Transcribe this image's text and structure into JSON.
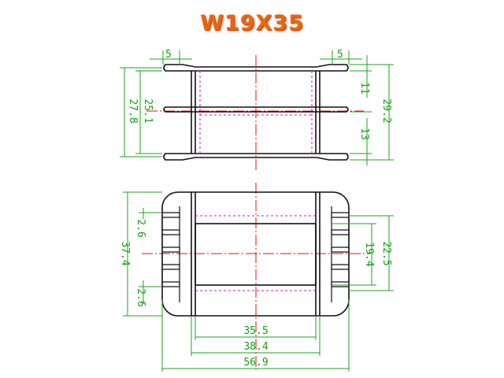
{
  "title": "W19X35",
  "colors": {
    "title": "#f0640a",
    "outline": "#111111",
    "dimension": "#1ea01e",
    "centerline": "#e01010",
    "hidden": "#d010d0"
  },
  "top_view": {
    "flange_left": "5",
    "flange_right": "5",
    "height_inner": "25.1",
    "height_outer": "27.8",
    "height_total": "29.2",
    "gap_upper": "11",
    "gap_lower": "13"
  },
  "bottom_view": {
    "height": "37.4",
    "tooth_upper": "2.6",
    "tooth_lower": "2.6",
    "window_height": "19.4",
    "core_height": "22.5",
    "width_inner": "35.5",
    "width_mid": "38.4",
    "width_total": "56.9"
  }
}
